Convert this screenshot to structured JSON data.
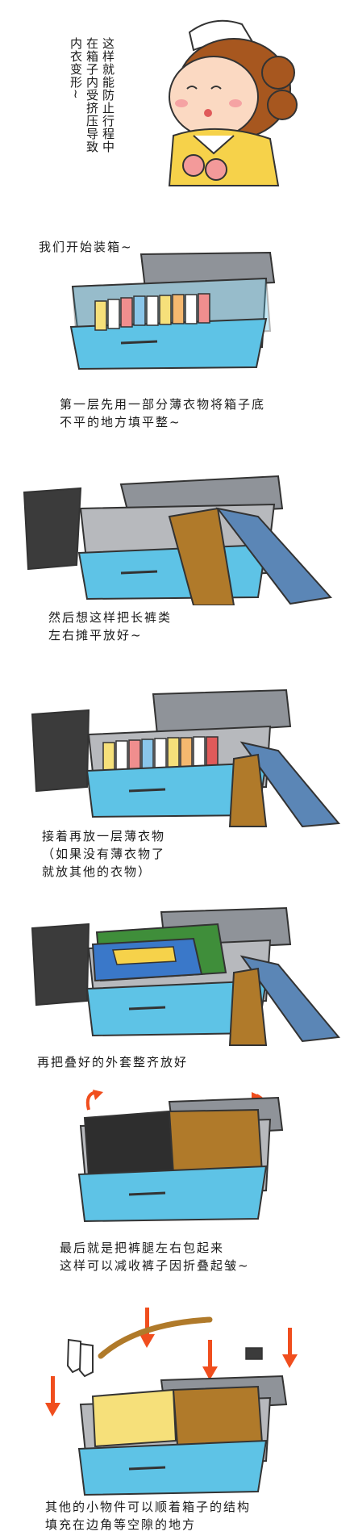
{
  "intro": {
    "col_1": "这样就能防止行程中",
    "col_2": "在箱子内受挤压导致",
    "col_3": "内衣变形~"
  },
  "steps": [
    {
      "caption": "我们开始装箱~"
    },
    {
      "caption": "第一层先用一部分薄衣物将箱子底\n不平的地方填平整~"
    },
    {
      "caption": "然后想这样把长裤类\n左右摊平放好~"
    },
    {
      "caption": "接着再放一层薄衣物\n（如果没有薄衣物了\n就放其他的衣物）"
    },
    {
      "caption": "再把叠好的外套整齐放好"
    },
    {
      "caption": "最后就是把裤腿左右包起来\n这样可以减收裤子因折叠起皱~"
    },
    {
      "caption": "其他的小物件可以顺着箱子的结构\n填充在边角等空隙的地方"
    }
  ],
  "colors": {
    "suitcase_blue": "#5ec3e6",
    "suitcase_dark": "#2c8fb6",
    "lining_gray": "#b7b9bd",
    "pants_brown": "#b07a2a",
    "pants_blue": "#5b86b6",
    "arrow_orange": "#f04e1e",
    "skin": "#fbd9c2",
    "hair": "#a7571f"
  }
}
